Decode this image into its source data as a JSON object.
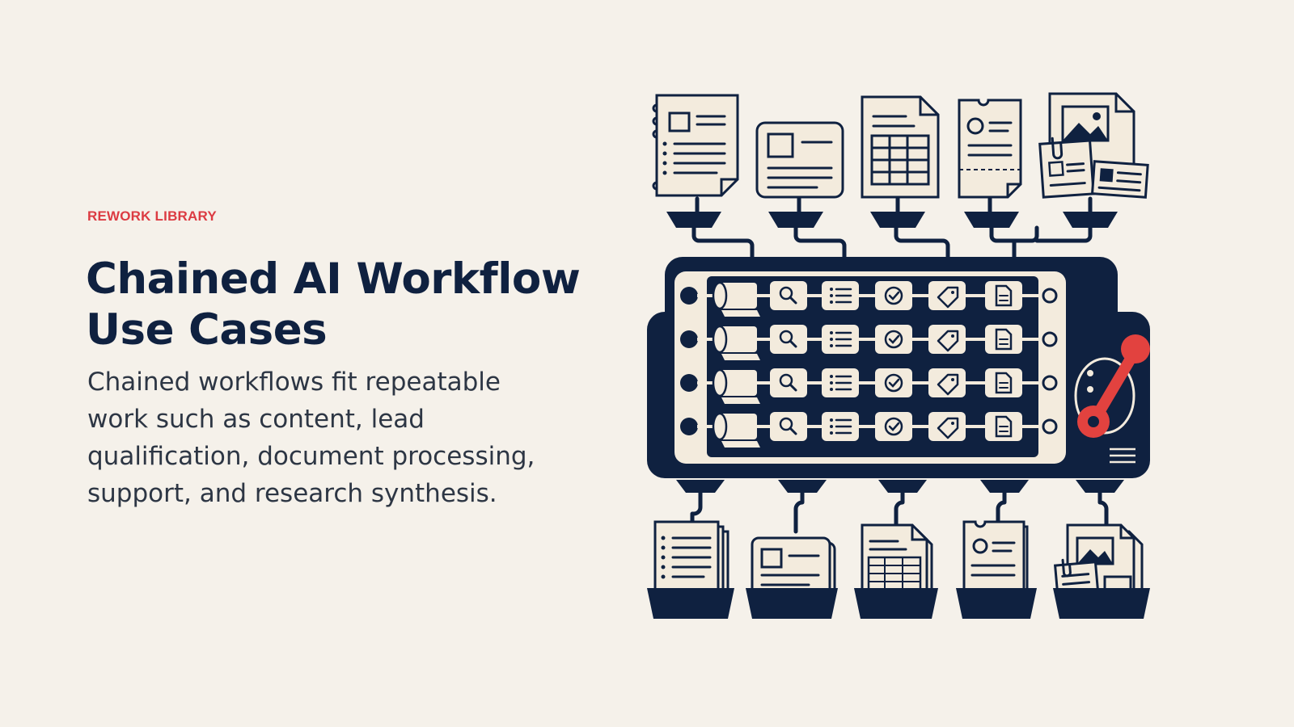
{
  "slide": {
    "eyebrow": "REWORK LIBRARY",
    "title": "Chained AI Workflow Use Cases",
    "subtitle": "Chained workflows fit repeatable work such as content, lead qualification, document processing, support, and research synthesis."
  },
  "illustration": {
    "input_documents": [
      "resume-document-icon",
      "profile-card-icon",
      "spreadsheet-document-icon",
      "ticket-document-icon",
      "image-collage-document-icon"
    ],
    "pipeline_stage_icons": [
      "scroll-icon",
      "search-icon",
      "list-icon",
      "check-circle-icon",
      "tag-icon",
      "document-icon"
    ],
    "output_documents": [
      "resume-document-icon",
      "profile-card-icon",
      "spreadsheet-document-icon",
      "ticket-document-icon",
      "image-collage-document-icon"
    ],
    "colors": {
      "navy": "#0f2140",
      "cream": "#f3ebdd",
      "accent_red": "#e2423f",
      "background": "#f5f1ea"
    }
  }
}
